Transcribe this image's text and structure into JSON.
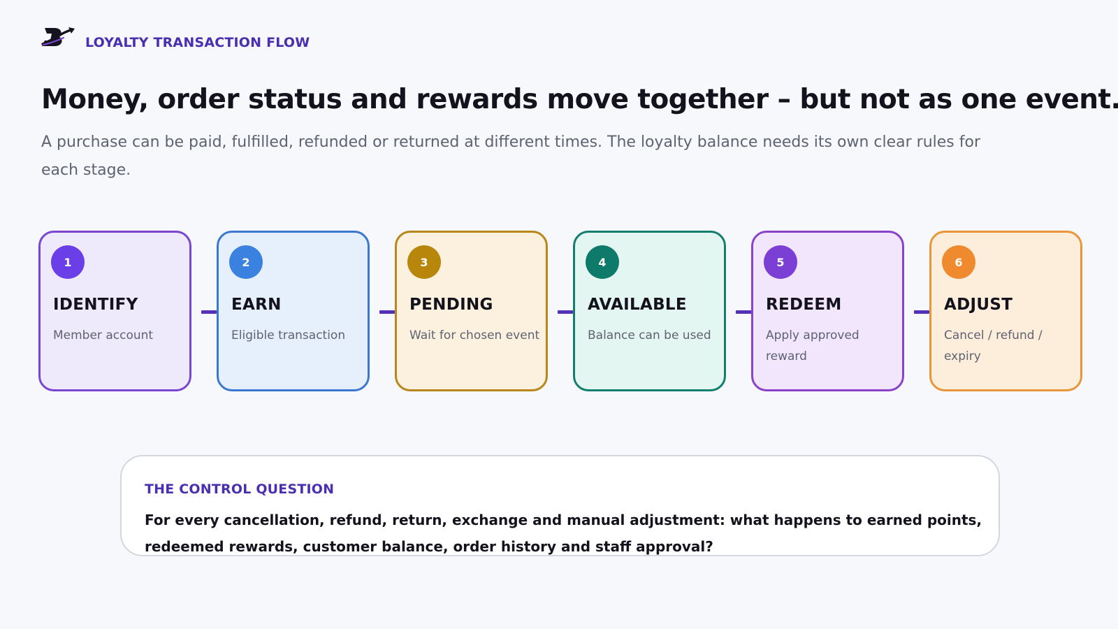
{
  "brand": {
    "logo_icon": "bolt-arrow-logo",
    "label": "LOYALTY TRANSACTION FLOW",
    "color": "#4a2fb0"
  },
  "headline": "Money, order status and rewards move together – but not as one event.",
  "subtitle": "A purchase can be paid, fulfilled, refunded or returned at different times. The loyalty balance needs its own clear rules for each stage.",
  "steps": [
    {
      "number": "1",
      "title": "IDENTIFY",
      "description": "Member account",
      "accent": "#6a3fe8",
      "border": "#7a45d0",
      "background": "#efe9fc"
    },
    {
      "number": "2",
      "title": "EARN",
      "description": "Eligible transaction",
      "accent": "#3b82e0",
      "border": "#3a78d0",
      "background": "#e6f0fd"
    },
    {
      "number": "3",
      "title": "PENDING",
      "description": "Wait for chosen event",
      "accent": "#b8860b",
      "border": "#b8861a",
      "background": "#fbf1de"
    },
    {
      "number": "4",
      "title": "AVAILABLE",
      "description": "Balance can be used",
      "accent": "#0e7a6a",
      "border": "#137e6e",
      "background": "#e3f6f1"
    },
    {
      "number": "5",
      "title": "REDEEM",
      "description": "Apply approved reward",
      "accent": "#7b3fd6",
      "border": "#8a42c8",
      "background": "#f1e6fb"
    },
    {
      "number": "6",
      "title": "ADJUST",
      "description": "Cancel / refund / expiry",
      "accent": "#f08a2e",
      "border": "#e9953a",
      "background": "#fdeedc"
    }
  ],
  "connector_color": "#5530b8",
  "control": {
    "kicker": "THE CONTROL QUESTION",
    "question": "For every cancellation, refund, return, exchange and manual adjustment: what happens to earned points, redeemed rewards, customer balance, order history and staff approval?"
  }
}
